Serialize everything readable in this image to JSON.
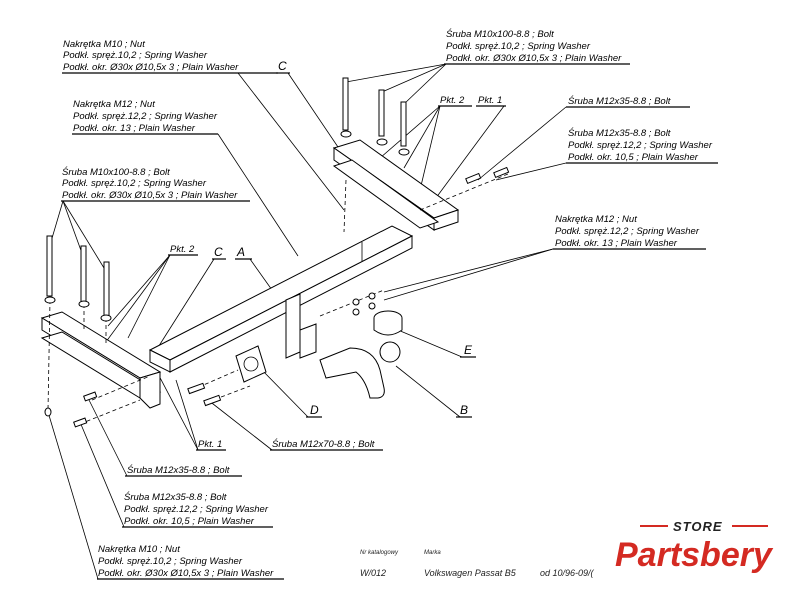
{
  "labels": {
    "nut_m10_top": [
      "Nakrętka  M10 ; Nut",
      "Podkł. spręż.10,2 ; Spring Washer",
      "Podkł. okr.  Ø30x Ø10,5x 3 ; Plain Washer"
    ],
    "nut_m12_top": [
      "Nakrętka  M12 ; Nut",
      "Podkł. spręż.12,2 ; Spring Washer",
      "Podkł. okr. 13 ; Plain Washer"
    ],
    "bolt_m10_left": [
      "Śruba M10x100-8.8 ;  Bolt",
      "Podkł. spręż.10,2 ; Spring Washer",
      "Podkł. okr.  Ø30x Ø10,5x 3 ; Plain Washer"
    ],
    "bolt_m10_right": [
      "Śruba M10x100-8.8 ;  Bolt",
      "Podkł. spręż.10,2 ; Spring Washer",
      "Podkł. okr.  Ø30x Ø10,5x 3 ; Plain Washer"
    ],
    "bolt_m12x35_top": "Śruba M12x35-8.8 ;  Bolt",
    "bolt_m12x35_washers": [
      "Śruba M12x35-8.8 ;  Bolt",
      "Podkł. spręż.12,2 ; Spring Washer",
      "Podkł. okr. 10,5 ; Plain Washer"
    ],
    "nut_m12_right": [
      "Nakrętka  M12 ; Nut",
      "Podkł. spręż.12,2 ; Spring Washer",
      "Podkł. okr. 13 ; Plain Washer"
    ],
    "bolt_m12x70": "Śruba M12x70-8.8 ;  Bolt",
    "bolt_m12x35_bottom": "Śruba M12x35-8.8 ;  Bolt",
    "bolt_m12x35_washers_bottom": [
      "Śruba M12x35-8.8 ;  Bolt",
      "Podkł. spręż.12,2 ; Spring Washer",
      "Podkł. okr. 10,5 ; Plain Washer"
    ],
    "nut_m10_bottom": [
      "Nakrętka  M10 ; Nut",
      "Podkł. spręż.10,2 ; Spring Washer",
      "Podkł. okr.  Ø30x Ø10,5x 3 ; Plain Washer"
    ]
  },
  "parts": {
    "a": "A",
    "b": "B",
    "c_top": "C",
    "c_left": "C",
    "d": "D",
    "e": "E",
    "pkt1_top": "Pkt. 1",
    "pkt2_top": "Pkt. 2",
    "pkt2_left": "Pkt. 2",
    "pkt1_bottom": "Pkt. 1"
  },
  "footer": {
    "catalog_label": "Nr katalogowy",
    "brand_label": "Marka",
    "catalog_number": "W/012",
    "model": "Volkswagen Passat B5",
    "date": "od 10/96-09/("
  },
  "logo": {
    "store": "STORE",
    "name": "Partsbery",
    "brand_color": "#d42a22"
  }
}
